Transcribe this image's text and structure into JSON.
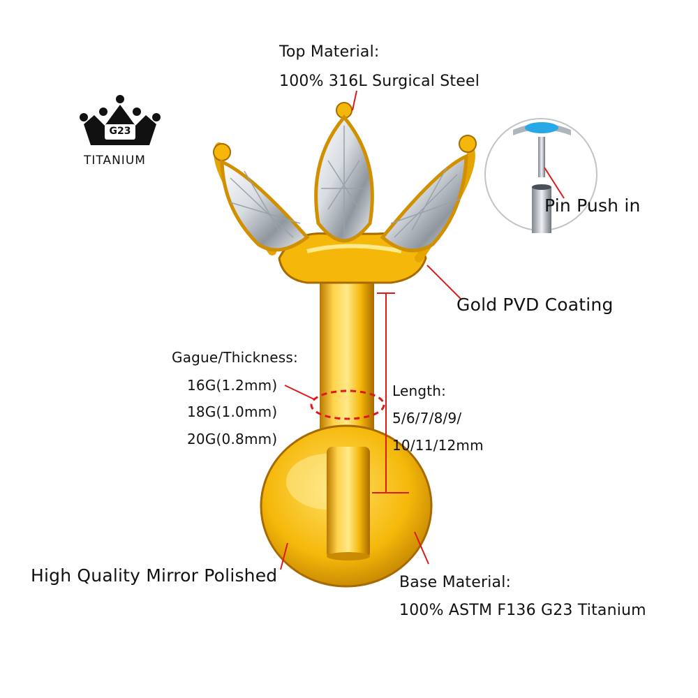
{
  "badge": {
    "crown_text": "G23",
    "label": "TITANIUM"
  },
  "top_material": {
    "title": "Top Material:",
    "value": "100% 316L Surgical Steel"
  },
  "pin": {
    "label": "Pin Push in"
  },
  "coating": {
    "label": "Gold PVD Coating"
  },
  "gauge": {
    "title": "Gague/Thickness:",
    "options": [
      "16G(1.2mm)",
      "18G(1.0mm)",
      "20G(0.8mm)"
    ]
  },
  "length": {
    "title": "Length:",
    "line1": "5/6/7/8/9/",
    "line2": "10/11/12mm"
  },
  "polish": {
    "label": "High Quality Mirror Polished"
  },
  "base_material": {
    "title": "Base Material:",
    "value": "100% ASTM F136 G23 Titanium"
  },
  "colors": {
    "gold": "#f5b80a",
    "gold_dark": "#b87800",
    "annotation": "#e01818",
    "opal": "#29a8e8"
  }
}
